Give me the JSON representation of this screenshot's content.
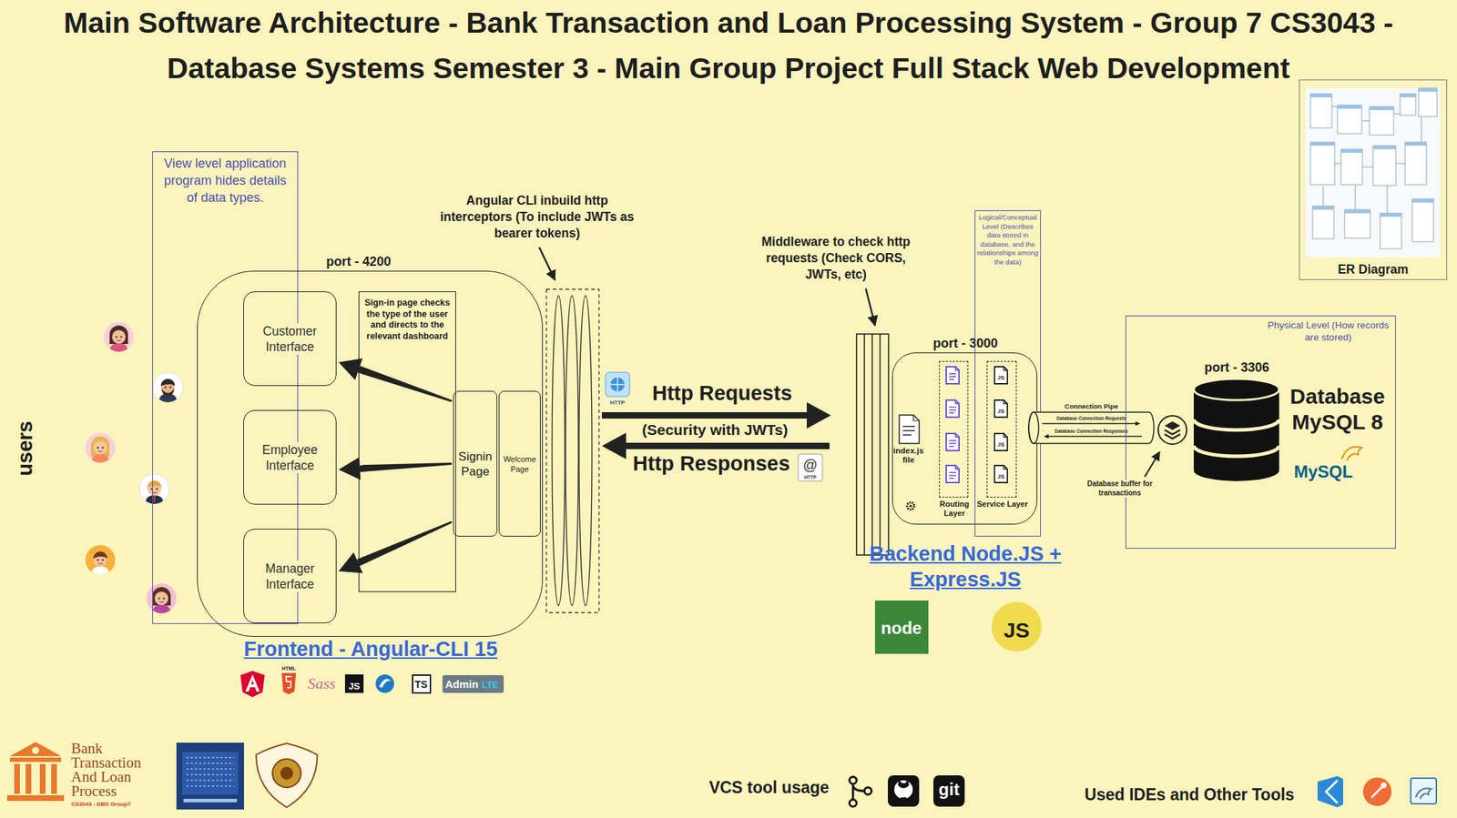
{
  "diagram": {
    "title": "Main Software Architecture - Bank Transaction and Loan Processing System - Group 7 CS3043 - Database Systems Semester 3 - Main Group Project Full Stack Web Development",
    "nodes": [
      {
        "text": [
          "View level application program hides details of data types."
        ]
      },
      {
        "text": [
          "port - 4200",
          "Frontend - Angular-CLI 15"
        ]
      },
      {
        "text": [
          "Customer Interface"
        ],
        "in": 1
      },
      {
        "text": [
          "Employee Interface"
        ],
        "in": 1
      },
      {
        "text": [
          "Manager Interface"
        ],
        "in": 1
      },
      {
        "text": [
          "Sign-in page checks the type of the user and directs to the relevant dashboard"
        ],
        "in": 1
      },
      {
        "text": [
          "Signin Page"
        ],
        "in": 1
      },
      {
        "text": [
          "Welcome Page"
        ],
        "in": 1
      },
      {
        "text": [
          "port - 3000",
          "Backend Node.JS + Express.JS"
        ]
      },
      {
        "text": [
          "Routing Layer"
        ],
        "in": 8
      },
      {
        "text": [
          "Service Layer"
        ],
        "in": 8
      },
      {
        "text": [
          "Logical/Conceptual Level (Describes data stored in database, and the relationships among the data)"
        ]
      },
      {
        "text": [
          "Connection Pipe",
          "Database Connection Requests",
          "Database Connection Responses"
        ]
      },
      {
        "text": [
          "Physical Level (How records are stored)"
        ]
      },
      {
        "text": [
          "port - 3306",
          "Database MySQL 8"
        ],
        "in": 13
      },
      {
        "text": [
          "ER Diagram"
        ]
      }
    ],
    "edges": [
      {
        "from": 6,
        "to": 2,
        "arrow": "to"
      },
      {
        "from": 6,
        "to": 3,
        "arrow": "to"
      },
      {
        "from": 6,
        "to": 4,
        "arrow": "to"
      }
    ],
    "labels": [
      "Angular CLI inbuild http interceptors (To include JWTs as bearer tokens)",
      "Middleware to check http requests (Check CORS, JWTs, etc)",
      "Http Requests",
      "(Security with JWTs)",
      "Http Responses",
      "HTTP",
      "@",
      "HTTP",
      "users",
      "index.js file",
      "JS",
      "JS",
      "JS",
      "JS",
      "Database buffer for transactions",
      "MySQL",
      "HTML",
      "Sass",
      "JS",
      "TS",
      "Admin",
      "LTE",
      "node",
      "JS",
      "Bank Transaction And Loan Process",
      "CS3043 - DBS Group7",
      "VCS tool usage",
      "git",
      "Used IDEs and Other Tools"
    ]
  }
}
